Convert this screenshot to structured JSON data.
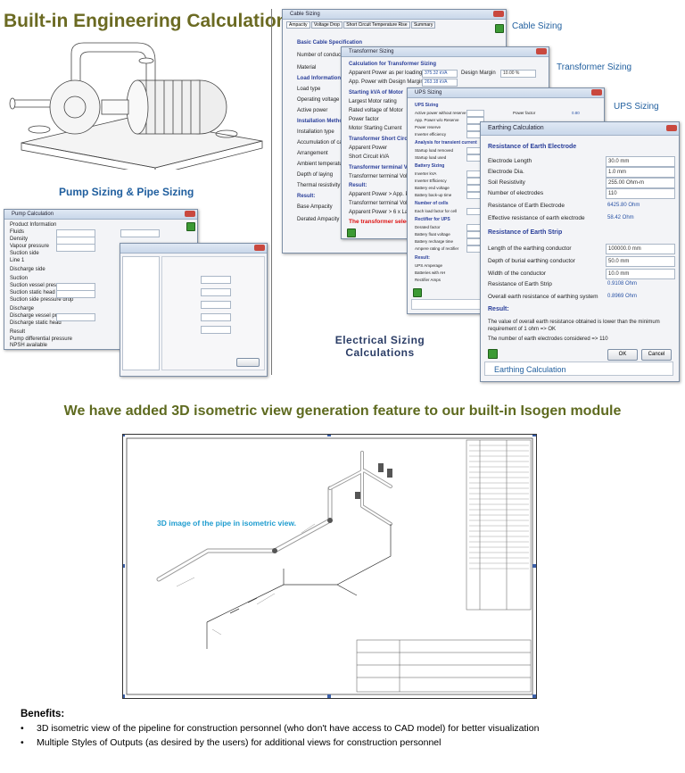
{
  "page": {
    "title": "Built-in Engineering Calculations",
    "pump_caption": "Pump Sizing & Pipe Sizing",
    "elec_caption_line1": "Electrical Sizing",
    "elec_caption_line2": "Calculations",
    "subheading": "We have added 3D isometric view generation feature to our built-in Isogen module",
    "iso_annotation": "3D image of the pipe in isometric view.",
    "benefits_title": "Benefits:",
    "benefits": [
      "3D isometric  view of the pipeline for construction personnel  (who don't have access to CAD model) for better visualization",
      "Multiple Styles of Outputs (as desired by the users) for additional views for construction personnel"
    ]
  },
  "labels": {
    "cable_sizing": "Cable Sizing",
    "transformer_sizing": "Transformer Sizing",
    "ups_sizing": "UPS Sizing",
    "earthing_calc": "Earthing Calculation"
  },
  "cable_window": {
    "title": "Cable Sizing",
    "tabs": [
      "Ampacity",
      "Voltage Drop",
      "Short Circuit Temperature Rise",
      "Summary"
    ],
    "rows": [
      "Basic Cable Specification",
      "Number of conductors",
      "Material",
      "Load Information",
      "Load type",
      "Operating voltage",
      "Active power",
      "Installation Method",
      "Installation type",
      "Accumulation of cables",
      "Arrangement",
      "Ambient temperature",
      "Depth of laying",
      "Thermal resistivity of soil",
      "Result:",
      "Base Ampacity",
      "Derated Ampacity"
    ]
  },
  "transformer_window": {
    "title": "Transformer Sizing",
    "rows": [
      "Calculation for Transformer Sizing",
      "Apparent Power as per loading",
      "App. Power with Design Margin",
      "Starting kVA of Motor",
      "Largest Motor rating",
      "Rated voltage of Motor",
      "Power factor",
      "Motor Starting Current",
      "Transformer Short Circuit kVA",
      "Apparent Power",
      "Short Circuit kVA",
      "Transformer terminal Voltage Drop",
      "Transformer terminal Voltage Drop",
      "Result:",
      "Apparent Power > App. Power with Design",
      "Transformer terminal Voltage Drop",
      "Apparent Power > 6 x Largest Motor",
      "The transformer selected"
    ],
    "val1": "375.32 kVA",
    "val2": "263.18 kVA",
    "design_margin_label": "Design Margin",
    "design_margin_value": "10.00 %"
  },
  "ups_window": {
    "title": "UPS Sizing",
    "rows": [
      "UPS Sizing",
      "Active power without reserve",
      "App. Power w/o Reserve",
      "Power reserve",
      "Inverter efficiency",
      "Analysis for transient current",
      "Startup load removed",
      "Startup load used",
      "Battery Sizing",
      "Inverter kVA",
      "Inverter Efficiency",
      "Battery end voltage",
      "Battery back-up time",
      "Number of cells",
      "Each load factor for cell",
      "Rectifier for UPS",
      "Derated factor",
      "Battery float voltage",
      "Battery recharge time",
      "Ampere rating of rectifier",
      "Result:",
      "UPS Amperage",
      "Batteries with AH",
      "Rectifier Amps"
    ],
    "power_factor_label": "Power factor",
    "power_factor_value": "0.80"
  },
  "earthing_window": {
    "title": "Earthing Calculation",
    "sec1": "Resistance of Earth Electrode",
    "sec2": "Resistance of Earth Strip",
    "result_label": "Result:",
    "fields": [
      {
        "label": "Electrode Length",
        "value": "30.0 mm"
      },
      {
        "label": "Electrode Dia.",
        "value": "1.0 mm"
      },
      {
        "label": "Soil Resistivity",
        "value": "255.00 Ohm-m"
      },
      {
        "label": "Number of electrodes",
        "value": "110"
      },
      {
        "label": "Resistance of Earth Electrode",
        "value": "6425.80 Ohm"
      },
      {
        "label": "Effective resistance of earth electrode",
        "value": "58.42 Ohm"
      }
    ],
    "strip_fields": [
      {
        "label": "Length of the earthing conductor",
        "value": "100000.0 mm"
      },
      {
        "label": "Depth of burial earthing conductor",
        "value": "50.0 mm"
      },
      {
        "label": "Width of the conductor",
        "value": "10.0 mm"
      },
      {
        "label": "Resistance of Earth Strip",
        "value": "0.9108 Ohm"
      },
      {
        "label": "Overall earth resistance of earthing system",
        "value": "0.8969 Ohm"
      }
    ],
    "result_text1": "The value of overall earth resistance obtained is lower than the minimum requirement of 1 ohm => OK",
    "result_text2": "The number of earth electrodes considered => 110",
    "ok_label": "OK",
    "cancel_label": "Cancel"
  },
  "pump_window": {
    "title": "Pump Calculation",
    "rows": [
      "Product Information",
      "Fluids",
      "Density",
      "Vapour pressure",
      "Suction side",
      "Line 1",
      "Discharge side",
      "Suction",
      "Suction vessel pressure",
      "Suction static head",
      "Suction side pressure drop",
      "Discharge",
      "Discharge vessel pressure",
      "Discharge static head",
      "Result",
      "Pump differential pressure",
      "NPSH available"
    ]
  },
  "colors": {
    "title_olive": "#6b6a22",
    "caption_blue": "#1f5e9e",
    "iso_cyan": "#1e9ccf"
  }
}
